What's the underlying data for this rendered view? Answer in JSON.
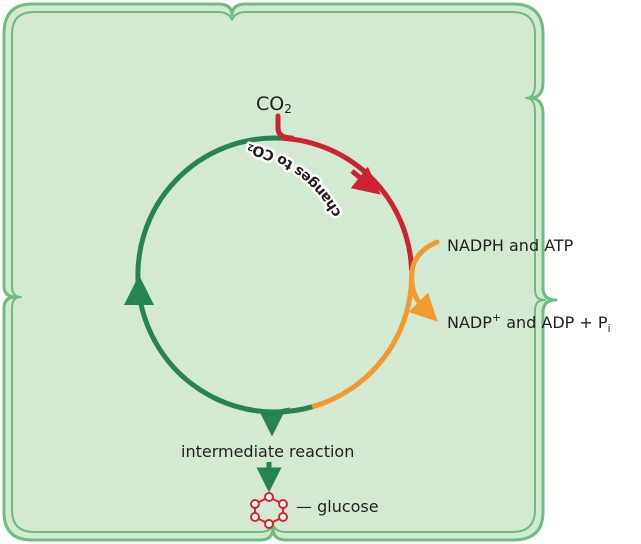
{
  "labels": {
    "co2": "CO",
    "co2_sub": "2",
    "changes": "changes to CO",
    "changes_sub": "2",
    "nadph_atp": "NADPH and ATP",
    "nadp_pre": "NADP",
    "nadp_sup": "+",
    "nadp_mid": " and ADP + P",
    "nadp_sub": "i",
    "intermediate": "intermediate reaction",
    "glucose": "— glucose"
  },
  "colors": {
    "cell_fill": "#d4e9d2",
    "cell_stroke": "#6dbd80",
    "green": "#268352",
    "red": "#cd2232",
    "orange": "#f29a30",
    "glucose_ring": "#d6242f",
    "changes_label_bg": "#ffffff"
  }
}
